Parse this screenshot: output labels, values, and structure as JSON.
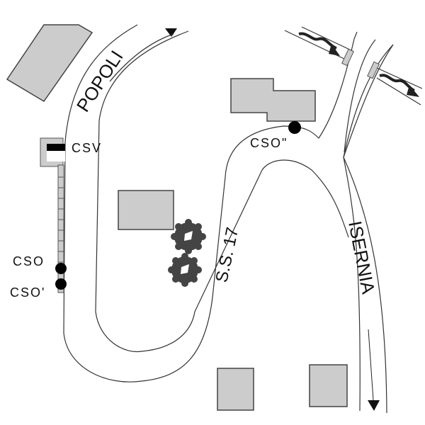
{
  "map": {
    "roads": [
      {
        "id": "popoli",
        "label": "POPOLI"
      },
      {
        "id": "ss17",
        "label": "S.S. 17"
      },
      {
        "id": "isernia",
        "label": "ISERNIA"
      }
    ],
    "points": [
      {
        "id": "csv",
        "label": "CSV"
      },
      {
        "id": "cso",
        "label": "CSO"
      },
      {
        "id": "cso-prime",
        "label": "CSO'"
      },
      {
        "id": "cso-double-prime",
        "label": "CSO\""
      }
    ],
    "colors": {
      "building": "#cccccc",
      "tree": "#444444",
      "marker": "#000000",
      "road_line": "#333333"
    }
  }
}
